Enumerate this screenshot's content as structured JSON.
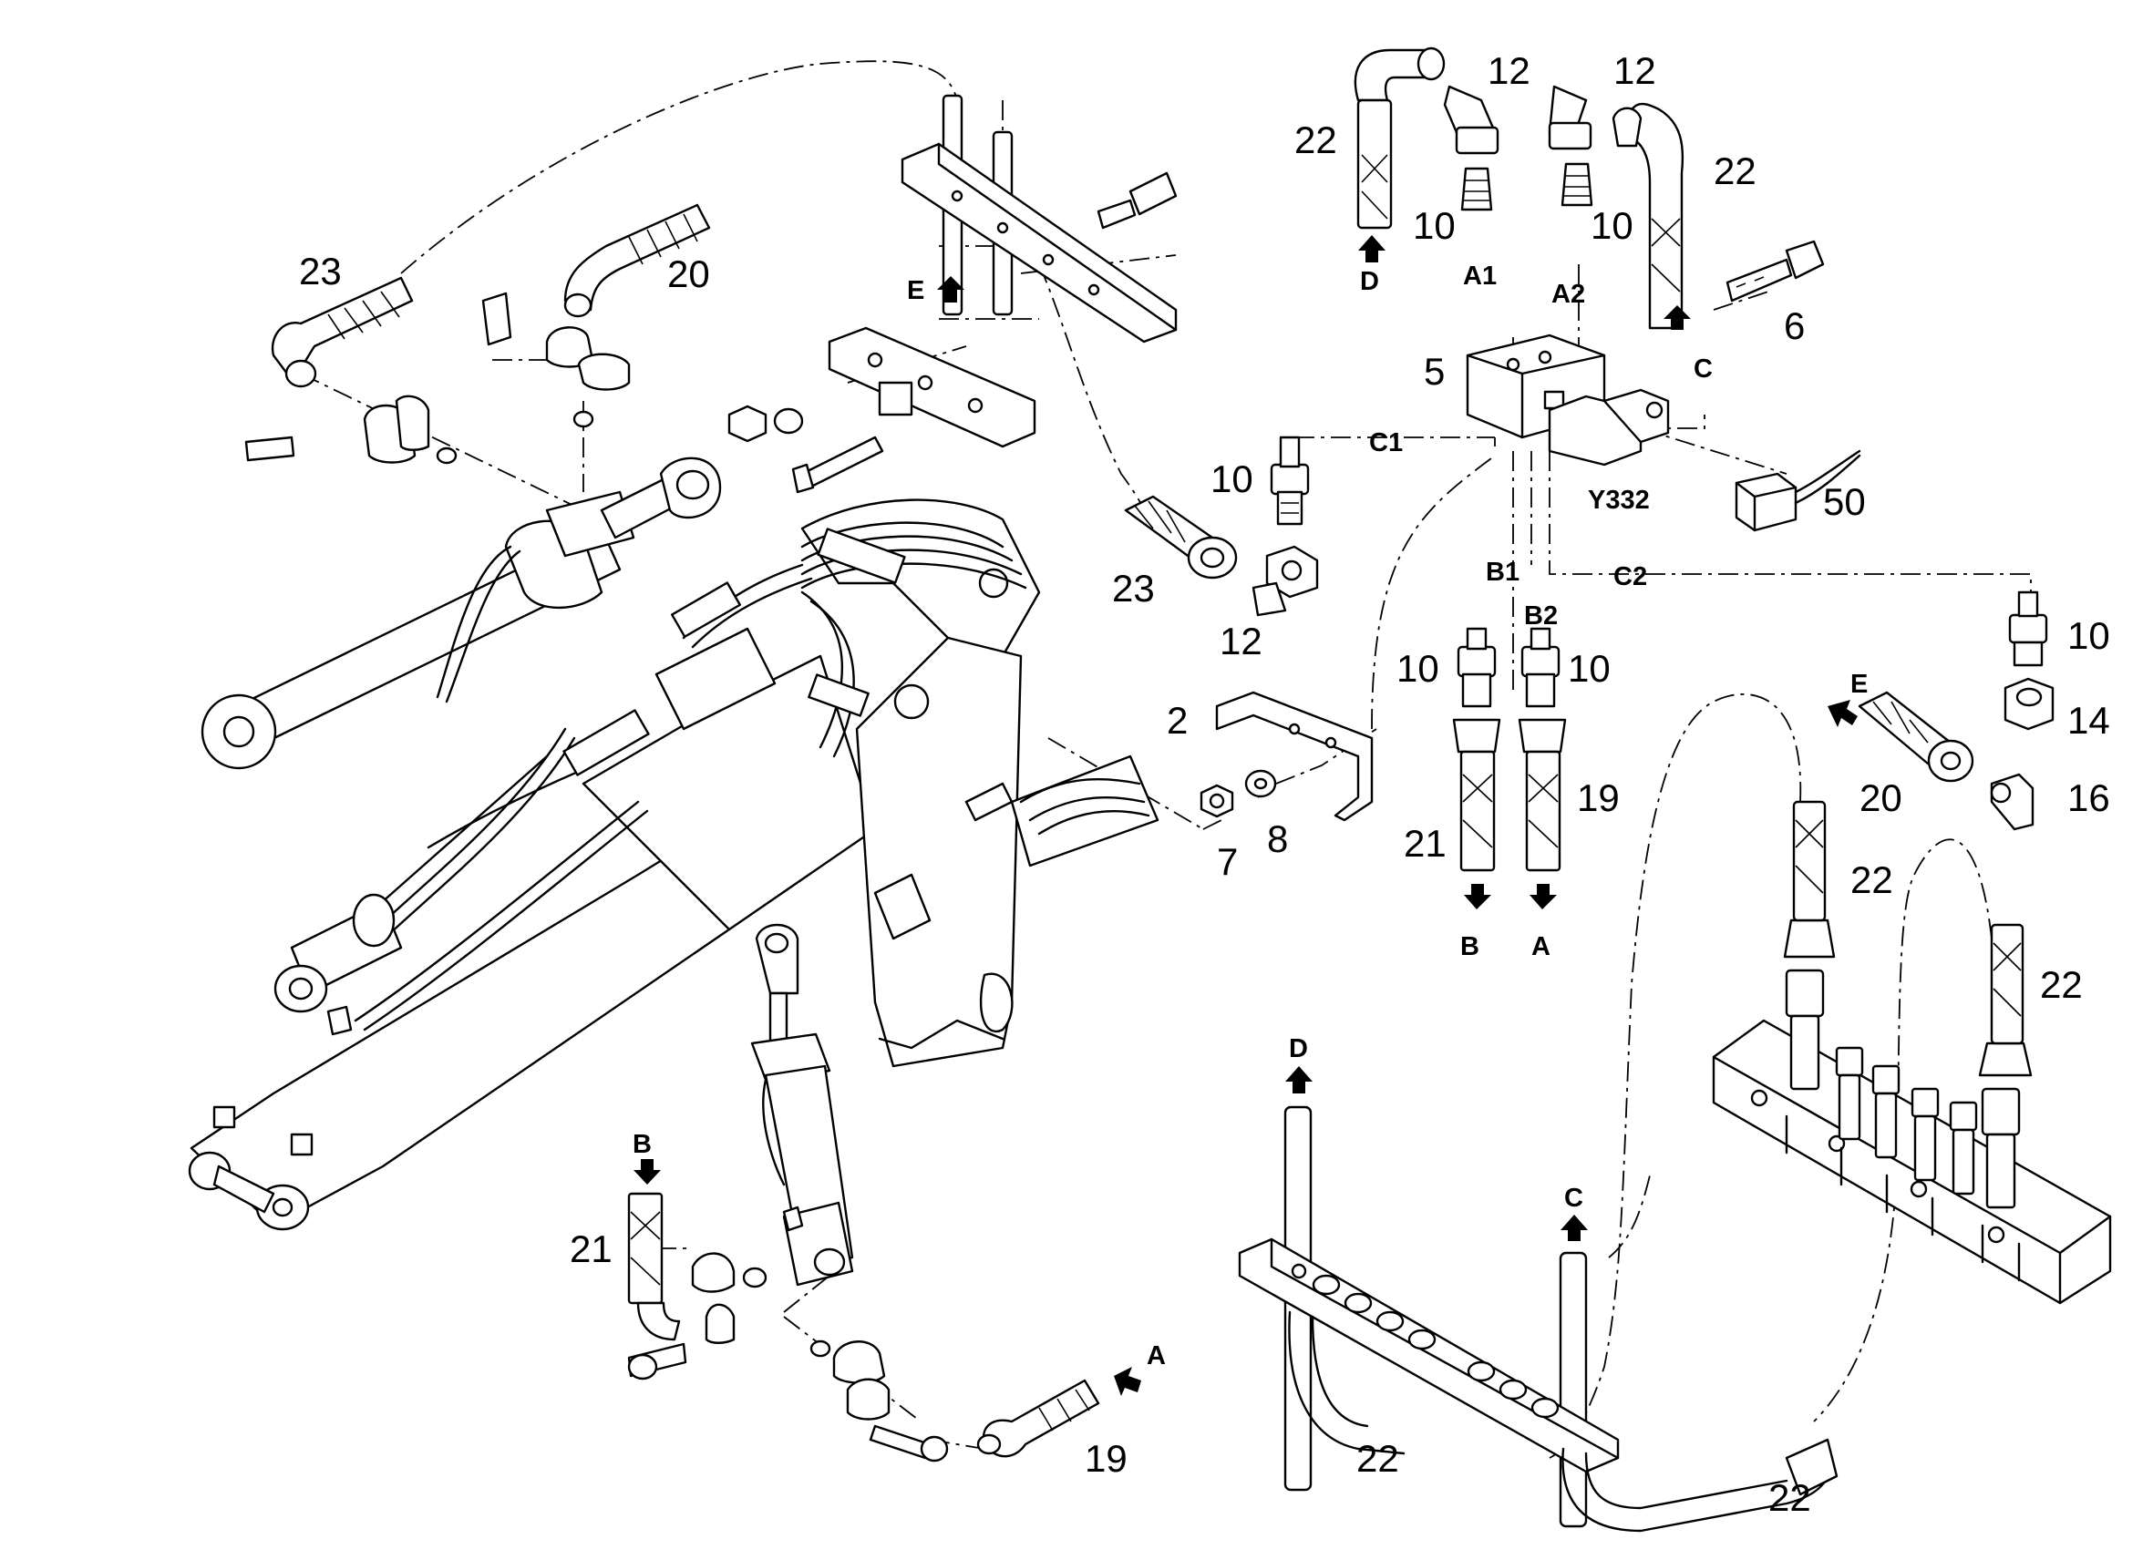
{
  "figure": {
    "kind": "hydraulic parts diagram",
    "callouts": {
      "c22_tl": "22",
      "c12_a": "12",
      "c12_b": "12",
      "c22_tr": "22",
      "c10_a": "10",
      "c10_b": "10",
      "c6": "6",
      "c5": "5",
      "c23_top": "23",
      "c20_top": "20",
      "c10_c": "10",
      "c50": "50",
      "c23_mid": "23",
      "c12_mid": "12",
      "c10_right": "10",
      "c10_b1": "10",
      "c10_b2": "10",
      "c2": "2",
      "c14": "14",
      "c20_right": "20",
      "c16": "16",
      "c19_right": "19",
      "c7": "7",
      "c8": "8",
      "c21_right": "21",
      "c22_mr": "22",
      "c22_r": "22",
      "c21_bl": "21",
      "c19_bot": "19",
      "c22_bl": "22",
      "c22_br": "22"
    },
    "ports": {
      "p_D_top": "D",
      "p_A1": "A1",
      "p_A2": "A2",
      "p_C_top": "C",
      "p_E_top": "E",
      "p_C1": "C1",
      "p_Y332": "Y332",
      "p_B1": "B1",
      "p_B2": "B2",
      "p_C2": "C2",
      "p_E_right": "E",
      "p_B_mid": "B",
      "p_A_mid": "A",
      "p_D_bot": "D",
      "p_C_bot": "C",
      "p_B_left": "B",
      "p_A_left": "A"
    },
    "colors": {
      "line": "#000000",
      "background": "#ffffff"
    }
  }
}
